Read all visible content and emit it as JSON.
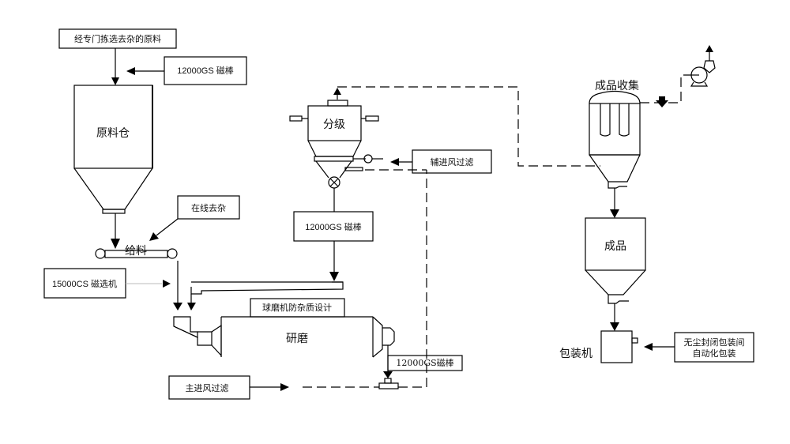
{
  "diagram": {
    "title": "",
    "nodes": {
      "raw_material_input": "经专门拣选去杂的原料",
      "magnet_rod_1": "12000GS 磁棒",
      "raw_silo": "原料仓",
      "online_impurity_removal": "在线去杂",
      "feeder": "给料",
      "magnetic_separator": "15000CS 磁选机",
      "classifier": "分级",
      "aux_air_filter": "辅进风过滤",
      "magnet_rod_2": "12000GS 磁棒",
      "ball_mill_design": "球磨机防杂质设计",
      "grinding": "研磨",
      "magnet_rod_3": "12000GS磁棒",
      "main_air_filter": "主进风过滤",
      "product_collection": "成品收集",
      "product_silo": "成品",
      "packing_machine": "包装机",
      "dustfree_packing_line1": "无尘封闭包装间",
      "dustfree_packing_line2": "自动化包装"
    },
    "edges": [
      {
        "from": "raw_material_input",
        "to": "raw_silo",
        "style": "solid"
      },
      {
        "from": "magnet_rod_1",
        "to": "raw_silo",
        "style": "solid"
      },
      {
        "from": "raw_silo",
        "to": "feeder",
        "style": "solid"
      },
      {
        "from": "online_impurity_removal",
        "to": "feeder",
        "style": "solid"
      },
      {
        "from": "magnetic_separator",
        "to": "grinding",
        "style": "solid"
      },
      {
        "from": "feeder",
        "to": "grinding",
        "style": "solid"
      },
      {
        "from": "classifier",
        "to": "magnet_rod_2",
        "style": "solid"
      },
      {
        "from": "magnet_rod_2",
        "to": "grinding",
        "style": "solid"
      },
      {
        "from": "grinding",
        "to": "magnet_rod_3",
        "style": "solid"
      },
      {
        "from": "main_air_filter",
        "to": "grinding",
        "style": "dashed"
      },
      {
        "from": "aux_air_filter",
        "to": "classifier",
        "style": "solid"
      },
      {
        "from": "grinding",
        "to": "classifier",
        "style": "dashed"
      },
      {
        "from": "classifier",
        "to": "product_collection",
        "style": "dashed"
      },
      {
        "from": "product_collection",
        "to": "product_silo",
        "style": "solid"
      },
      {
        "from": "product_silo",
        "to": "packing_machine",
        "style": "solid"
      },
      {
        "from": "dustfree_packing",
        "to": "packing_machine",
        "style": "solid"
      }
    ]
  }
}
